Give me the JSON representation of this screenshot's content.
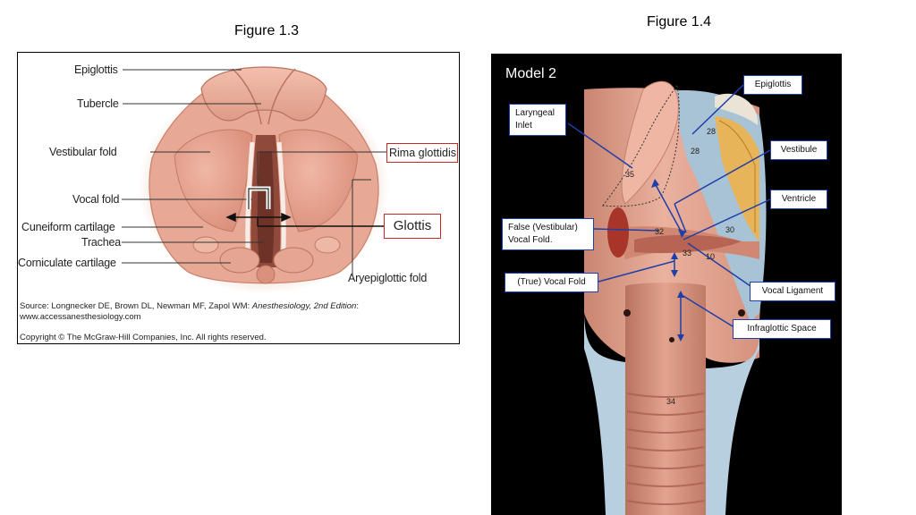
{
  "captions": {
    "fig13": "Figure 1.3",
    "fig14": "Figure 1.4"
  },
  "figure13": {
    "labels": {
      "epiglottis": "Epiglottis",
      "tubercle": "Tubercle",
      "vestibular_fold": "Vestibular fold",
      "vocal_fold": "Vocal fold",
      "cuneiform": "Cuneiform cartilage",
      "trachea": "Trachea",
      "corniculate": "Corniculate cartilage",
      "aryepiglottic": "Aryepiglottic fold",
      "rima": "Rima glottidis",
      "glottis": "Glottis"
    },
    "source": {
      "prefix": "Source: Longnecker DE, Brown DL, Newman MF, Zapol WM: ",
      "book": "Anesthesiology, 2nd Edition",
      "suffix": ":",
      "url": "www.accessanesthesiology.com",
      "copyright": "Copyright © The McGraw-Hill Companies, Inc. All rights reserved."
    }
  },
  "figure14": {
    "title": "Model 2",
    "labels": {
      "epiglottis": "Epiglottis",
      "laryngeal_inlet_1": "Laryngeal",
      "laryngeal_inlet_2": "Inlet",
      "vestibule": "Vestibule",
      "ventricle": "Ventricle",
      "false_fold_1": "False (Vestibular)",
      "false_fold_2": "Vocal Fold.",
      "true_fold": "(True) Vocal Fold",
      "vocal_ligament": "Vocal Ligament",
      "infraglottic": "Infraglottic Space"
    },
    "numbers": {
      "n28a": "28",
      "n28b": "28",
      "n30": "30",
      "n32": "32",
      "n33": "33",
      "n34": "34",
      "n35": "35",
      "n10": "10"
    }
  },
  "colors": {
    "label_border": "#1f3fa8",
    "callout_red": "#c62828",
    "tissue": "#e2a08c",
    "cartilage": "#a9c3d6"
  }
}
